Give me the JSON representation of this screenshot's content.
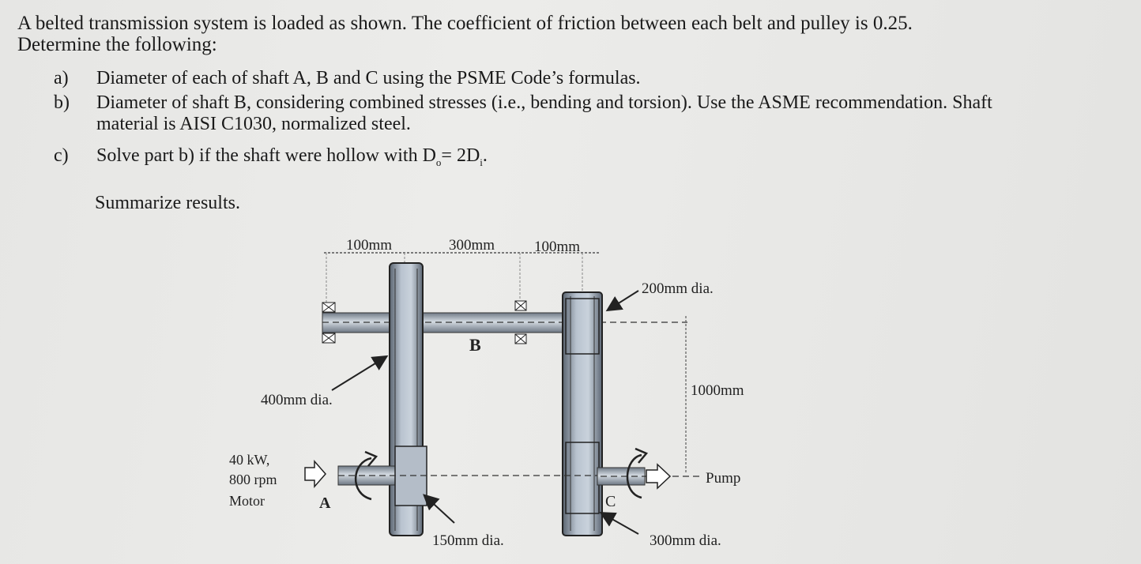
{
  "problem": {
    "intro_line1": "A belted transmission system is loaded as shown. The coefficient of friction between each belt and pulley is 0.25.",
    "intro_line2": "Determine the following:",
    "items": [
      {
        "label": "a)",
        "text": "Diameter of each of shaft A, B and C using the PSME Code’s formulas."
      },
      {
        "label": "b)",
        "text": "Diameter of shaft B, considering combined stresses (i.e., bending and torsion). Use the ASME recommendation. Shaft",
        "text2": "material is AISI C1030, normalized steel."
      },
      {
        "label": "c)",
        "text_pre": "Solve part b) if the shaft were hollow with D",
        "sub_o": "o",
        "text_mid": "= 2D",
        "sub_i": "i",
        "text_post": "."
      }
    ],
    "summary": "Summarize results."
  },
  "figure": {
    "dim_top_left": "100mm",
    "dim_top_mid": "300mm",
    "dim_top_right": "100mm",
    "label_200": "200mm dia.",
    "label_400": "400mm dia.",
    "label_1000": "1000mm",
    "label_B": "B",
    "motor_power": "40 kW,",
    "motor_speed": "800 rpm",
    "motor_label": "Motor",
    "label_A": "A",
    "label_C": "C",
    "label_pump": "Pump",
    "label_150": "150mm dia.",
    "label_300": "300mm dia."
  }
}
